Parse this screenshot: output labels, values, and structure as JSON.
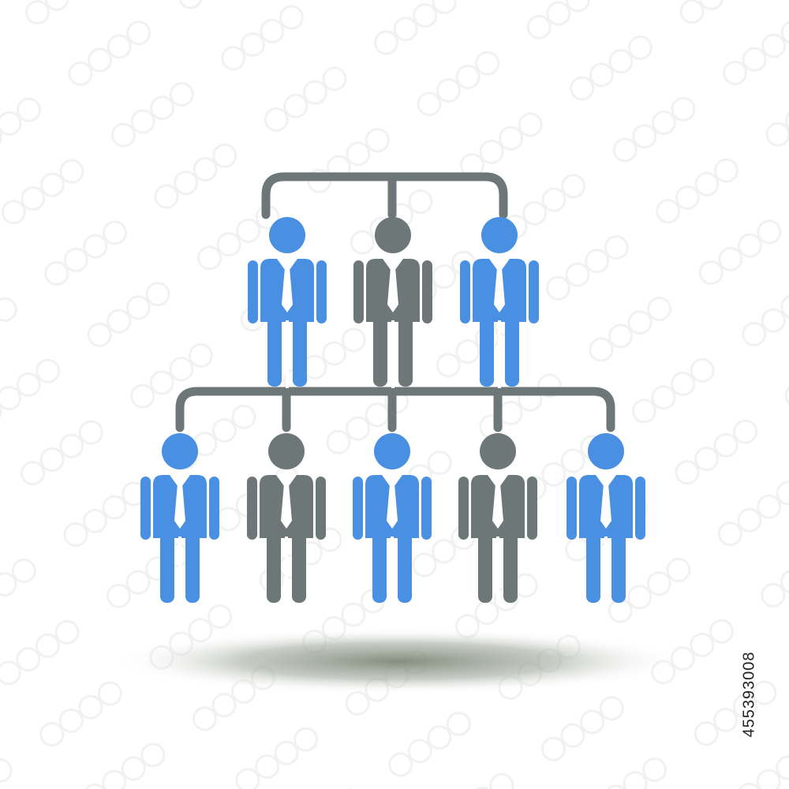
{
  "stock_id": "455393008",
  "watermark": {
    "icon": "stock-watermark-pattern"
  },
  "colors": {
    "blue": "#4a90e2",
    "gray": "#6e7778",
    "connector": "#6e7778",
    "shadow": "#8a9488",
    "background": "#ffffff"
  },
  "icons": {
    "figure": "businessman-icon",
    "connector": "hierarchy-connector"
  },
  "hierarchy": {
    "top_row": [
      {
        "color": "blue"
      },
      {
        "color": "gray"
      },
      {
        "color": "blue"
      }
    ],
    "bottom_row": [
      {
        "color": "blue"
      },
      {
        "color": "gray"
      },
      {
        "color": "blue"
      },
      {
        "color": "gray"
      },
      {
        "color": "blue"
      }
    ]
  }
}
